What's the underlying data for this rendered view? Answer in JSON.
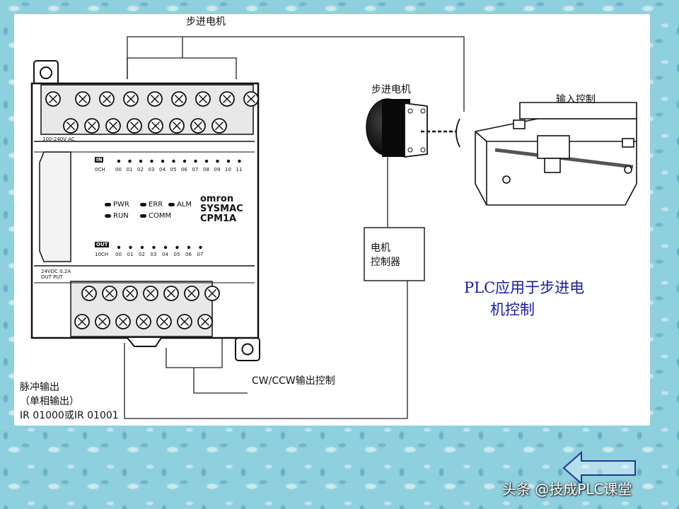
{
  "diagram": {
    "motor_top_label": "步进电机",
    "motor_label": "步进电机",
    "input_control_label": "输入控制",
    "controller_label_line1": "电机",
    "controller_label_line2": "控制器",
    "cw_ccw_label": "CW/CCW输出控制",
    "pulse_label_line1": "脉冲输出",
    "pulse_label_line2": "（单相输出）",
    "pulse_label_line3": "IR 01000或IR 01001",
    "caption_line1": "PLC应用于步进电",
    "caption_line2": "机控制"
  },
  "plc": {
    "brand_line1": "omron",
    "brand_line2": "SYSMAC",
    "brand_line3": "CPM1A",
    "in_tag": "IN",
    "out_tag": "OUT",
    "ch_in": "0CH",
    "ch_out": "10CH",
    "in_numbers": [
      "00",
      "01",
      "02",
      "03",
      "04",
      "05",
      "06",
      "07",
      "08",
      "09",
      "10",
      "11"
    ],
    "out_numbers": [
      "00",
      "01",
      "02",
      "03",
      "04",
      "05",
      "06",
      "07"
    ],
    "leds": [
      "PWR",
      "ERR",
      "ALM",
      "RUN",
      "COMM"
    ],
    "power_label": "100-240V AC",
    "out_power_label": "24VDC 0.2A OUT PUT"
  },
  "watermark": "头条 @技成PLC课堂",
  "colors": {
    "caption": "#1a1aa8",
    "background": "#8fd0de"
  }
}
